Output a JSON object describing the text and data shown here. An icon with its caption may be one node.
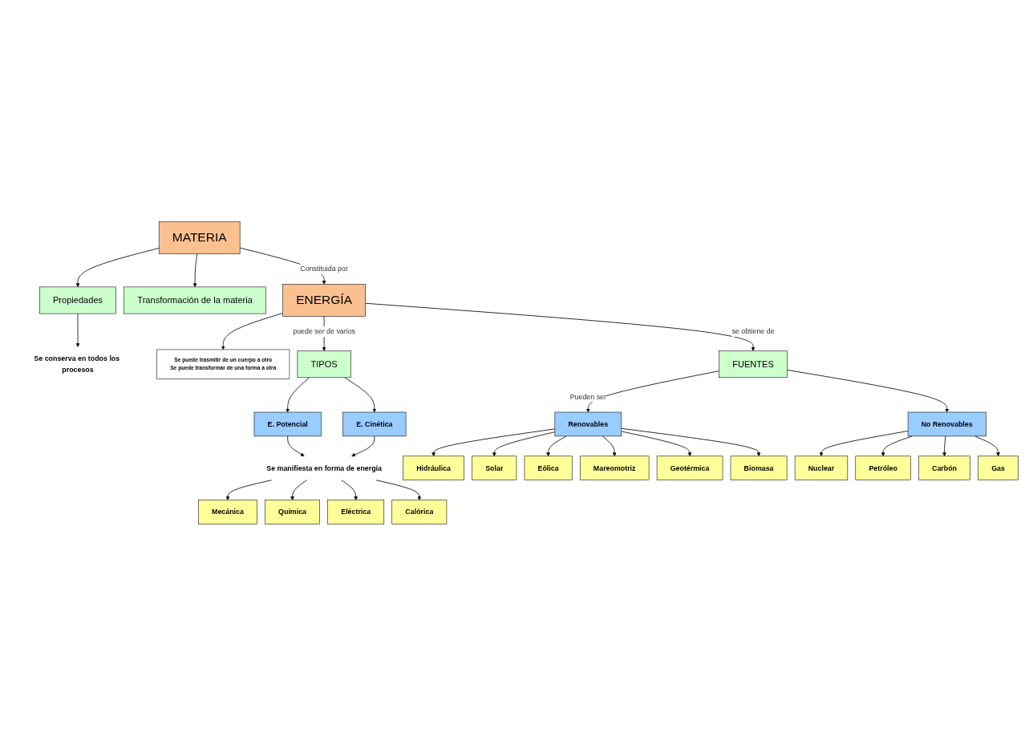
{
  "diagram": {
    "nodes": [
      {
        "text": [
          "Propiedades"
        ]
      },
      {
        "text": [
          "MATERIA"
        ]
      },
      {
        "text": [
          "Transformación de la materia"
        ]
      },
      {
        "text": [
          "Se conserva en todos los procesos"
        ]
      },
      {
        "text": [
          "ENERGÍA"
        ]
      },
      {
        "text": [
          "Se puede trasmitir de un cuerpo a otro",
          "Se puede transformar de una forma a otra"
        ]
      },
      {
        "text": [
          "TIPOS"
        ]
      },
      {
        "text": [
          "FUENTES"
        ]
      },
      {
        "text": [
          "E. Potencial"
        ]
      },
      {
        "text": [
          "E. Cinética"
        ]
      },
      {
        "text": [
          "Renovables"
        ]
      },
      {
        "text": [
          "No Renovables"
        ]
      },
      {
        "text": [
          "Se manifiesta en forma de energía"
        ]
      },
      {
        "text": [
          "Mecánica"
        ]
      },
      {
        "text": [
          "Química"
        ]
      },
      {
        "text": [
          "Eléctrica"
        ]
      },
      {
        "text": [
          "Calórica"
        ]
      },
      {
        "text": [
          "Hidráulica"
        ]
      },
      {
        "text": [
          "Nuclear"
        ]
      },
      {
        "text": [
          "Solar"
        ]
      },
      {
        "text": [
          "Petróleo"
        ]
      },
      {
        "text": [
          "Eólica"
        ]
      },
      {
        "text": [
          "Carbón"
        ]
      },
      {
        "text": [
          "Mareomotriz"
        ]
      },
      {
        "text": [
          "Gas"
        ]
      },
      {
        "text": [
          "Geotérmica"
        ]
      },
      {
        "text": [
          "Biomasa"
        ]
      }
    ],
    "edges": [
      {
        "from": 1,
        "to": 0,
        "arrow": "to"
      },
      {
        "from": 1,
        "to": 2,
        "arrow": "to"
      },
      {
        "from": 0,
        "to": 3,
        "arrow": "to"
      },
      {
        "from": 1,
        "to": 4,
        "arrow": "to",
        "label": "Constituida por"
      },
      {
        "from": 4,
        "to": 5,
        "arrow": "to"
      },
      {
        "from": 4,
        "to": 6,
        "arrow": "to",
        "label": "puede ser de varios"
      },
      {
        "from": 4,
        "to": 7,
        "arrow": "to",
        "label": "se obtiene de"
      },
      {
        "from": 6,
        "to": 8,
        "arrow": "to"
      },
      {
        "from": 6,
        "to": 9,
        "arrow": "to"
      },
      {
        "from": 7,
        "to": 10,
        "arrow": "to",
        "label": "Pueden ser"
      },
      {
        "from": 7,
        "to": 11,
        "arrow": "to"
      },
      {
        "from": 8,
        "to": 12,
        "arrow": "to"
      },
      {
        "from": 9,
        "to": 12,
        "arrow": "to"
      },
      {
        "from": 12,
        "to": 13,
        "arrow": "to"
      },
      {
        "from": 12,
        "to": 14,
        "arrow": "to"
      },
      {
        "from": 12,
        "to": 15,
        "arrow": "to"
      },
      {
        "from": 12,
        "to": 16,
        "arrow": "to"
      },
      {
        "from": 10,
        "to": 17,
        "arrow": "to"
      },
      {
        "from": 10,
        "to": 19,
        "arrow": "to"
      },
      {
        "from": 10,
        "to": 21,
        "arrow": "to"
      },
      {
        "from": 10,
        "to": 23,
        "arrow": "to"
      },
      {
        "from": 10,
        "to": 25,
        "arrow": "to"
      },
      {
        "from": 10,
        "to": 26,
        "arrow": "to"
      },
      {
        "from": 11,
        "to": 18,
        "arrow": "to"
      },
      {
        "from": 11,
        "to": 20,
        "arrow": "to"
      },
      {
        "from": 11,
        "to": 22,
        "arrow": "to"
      },
      {
        "from": 11,
        "to": 24,
        "arrow": "to"
      }
    ]
  }
}
